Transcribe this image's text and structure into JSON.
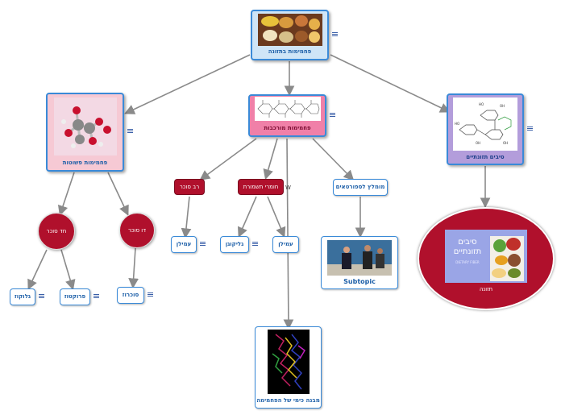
{
  "nodes": {
    "root": "פחמימות בתזונה",
    "simple": "פחמימות פשוטות",
    "complex": "פחמימות מורכבות",
    "fiber": "סיבים תזונתיים",
    "monosaccharide": "חד סוכר",
    "disaccharide": "דו סוכר",
    "polysaccharide": "רב סוכר",
    "storage": "חומרי תשמורת",
    "sugar_sport": "מומלץ לספורטאים",
    "glucose": "גלוקוז",
    "fructose": "פרוקטוז",
    "sucrose": "סוכרוז",
    "starch": "עמילן",
    "glycogen": "גליקוגן",
    "starch2": "עמילן",
    "subtopic": "Subtopic",
    "structure": "מבנה כימי של הפחמימה",
    "nutrition": "תזונה",
    "fiber_img_text": "סיבים תזונתיים",
    "fiber_img_sub": "DIETARY FIBER"
  },
  "link_label": "W",
  "colors": {
    "connector": "#8a8a8a",
    "red": "#b0102c",
    "blue_border": "#3a8ad8"
  }
}
